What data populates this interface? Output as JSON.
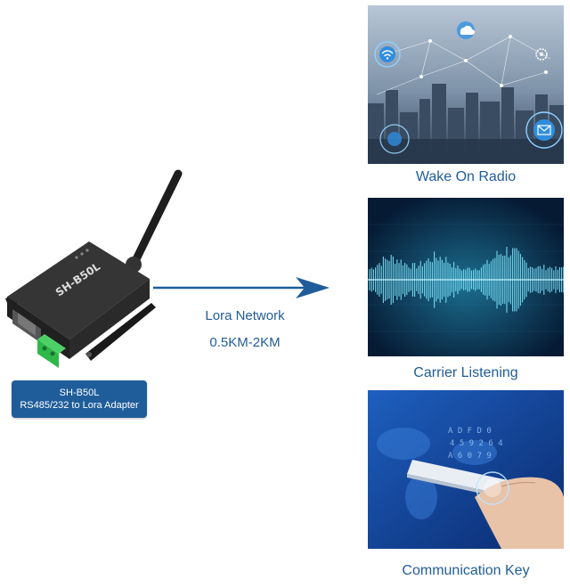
{
  "device": {
    "model_printed": "SH-B50L",
    "badge_line1": "SH-B50L",
    "badge_line2": "RS485/232 to Lora Adapter"
  },
  "network": {
    "name": "Lora Network",
    "range": "0.5KM-2KM"
  },
  "features": [
    {
      "caption": "Wake On Radio",
      "icon": "smart-city-network-image"
    },
    {
      "caption": "Carrier Listening",
      "icon": "sound-waveform-image"
    },
    {
      "caption": "Communication Key",
      "icon": "hand-holding-phone-image"
    }
  ],
  "colors": {
    "accent": "#1f5d9a",
    "arrow": "#1f5d9a",
    "device_body": "#2b2b2b",
    "terminal": "#2eb84a"
  }
}
